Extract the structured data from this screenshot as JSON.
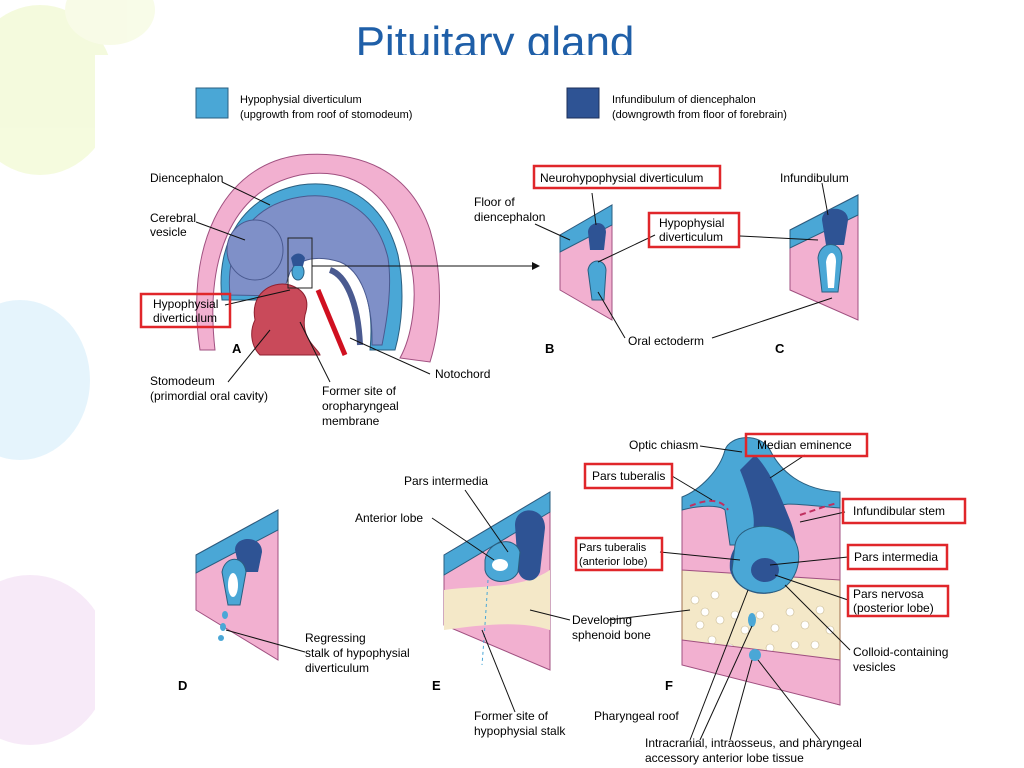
{
  "title": "Pituitary gland",
  "legend": {
    "hypophysial": {
      "line1": "Hypophysial diverticulum",
      "line2": "(upgrowth from roof of stomodeum)",
      "color": "#4aa7d6"
    },
    "infundibulum": {
      "line1": "Infundibulum of diencephalon",
      "line2": "(downgrowth from floor of forebrain)",
      "color": "#2e5394"
    }
  },
  "colors": {
    "pink": "#f2b0d0",
    "brain": "#7f90c8",
    "bone": "#f4e8c8",
    "highlight": "#e0262a",
    "accent": "#1f5fa8"
  },
  "panels": {
    "a": {
      "letter": "A",
      "diencephalon": "Diencephalon",
      "cerebral1": "Cerebral",
      "cerebral2": "vesicle",
      "hypo1": "Hypophysial",
      "hypo2": "diverticulum",
      "stomo1": "Stomodeum",
      "stomo2": "(primordial oral cavity)",
      "former1": "Former site of",
      "former2": "oropharyngeal",
      "former3": "membrane",
      "notochord": "Notochord"
    },
    "b": {
      "letter": "B",
      "neuro": "Neurohypophysial diverticulum",
      "floor1": "Floor of",
      "floor2": "diencephalon",
      "hypo1": "Hypophysial",
      "hypo2": "diverticulum",
      "oral": "Oral ectoderm"
    },
    "c": {
      "letter": "C",
      "infundibulum": "Infundibulum"
    },
    "d": {
      "letter": "D",
      "regress1": "Regressing",
      "regress2": "stalk of hypophysial",
      "regress3": "diverticulum"
    },
    "e": {
      "letter": "E",
      "pars_intermedia": "Pars intermedia",
      "anterior": "Anterior lobe",
      "sphenoid1": "Developing",
      "sphenoid2": "sphenoid bone",
      "former1": "Former site of",
      "former2": "hypophysial stalk"
    },
    "f": {
      "letter": "F",
      "optic": "Optic chiasm",
      "median": "Median eminence",
      "tuberalis": "Pars tuberalis",
      "infund_stem": "Infundibular stem",
      "tuberalis2_1": "Pars tuberalis",
      "tuberalis2_2": "(anterior lobe)",
      "intermedia": "Pars intermedia",
      "nervosa1": "Pars nervosa",
      "nervosa2": "(posterior lobe)",
      "colloid1": "Colloid-containing",
      "colloid2": "vesicles",
      "pharyngeal": "Pharyngeal roof",
      "accessory1": "Intracranial, intraosseus, and pharyngeal",
      "accessory2": "accessory anterior lobe tissue"
    }
  }
}
